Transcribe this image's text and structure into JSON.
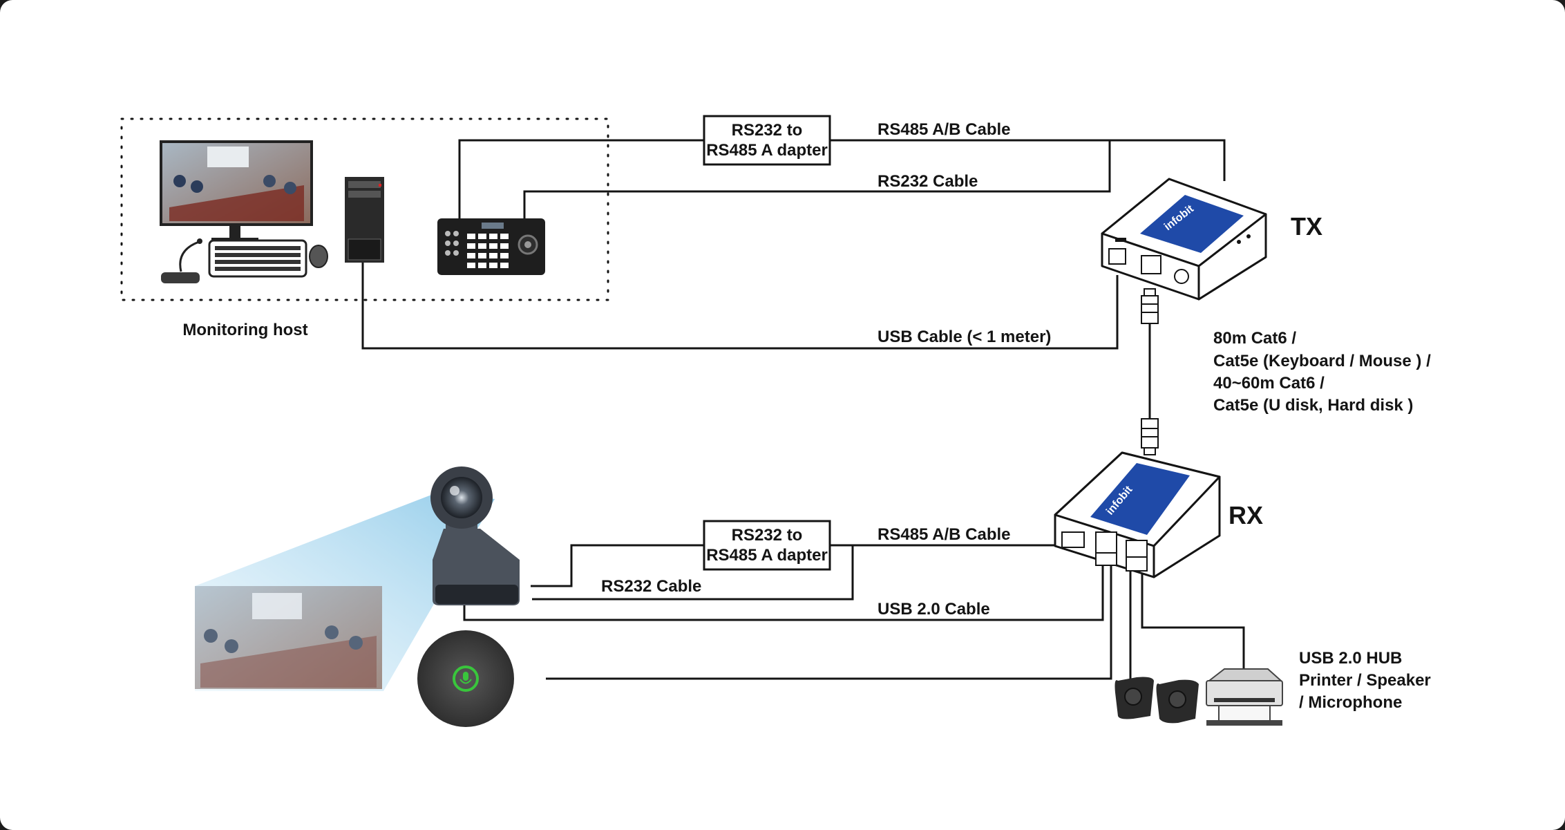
{
  "labels": {
    "monitoring_host": "Monitoring host",
    "adapter_top_l1": "RS232 to",
    "adapter_top_l2": "RS485 A dapter",
    "adapter_bot_l1": "RS232 to",
    "adapter_bot_l2": "RS485 A dapter",
    "rs485_top": "RS485 A/B Cable",
    "rs232_top": "RS232 Cable",
    "usb_top": "USB Cable (< 1 meter)",
    "tx": "TX",
    "rx": "RX",
    "cat_l1": "80m Cat6 /",
    "cat_l2": "Cat5e (Keyboard / Mouse ) /",
    "cat_l3": "40~60m Cat6 /",
    "cat_l4": "Cat5e (U disk, Hard disk )",
    "rs485_bot": "RS485 A/B Cable",
    "rs232_bot": "RS232 Cable",
    "usb20": "USB 2.0 Cable",
    "hub_l1": "USB 2.0 HUB",
    "hub_l2": "Printer / Speaker",
    "hub_l3": "/ Microphone",
    "brand_tx": "infobit",
    "brand_rx": "infobit"
  },
  "colors": {
    "line": "#141414",
    "device_blue": "#1f4aa8",
    "mic_green": "#39c63c",
    "camera_dark": "#3a3f47"
  },
  "icons": [
    "monitor-icon",
    "keyboard-icon",
    "mouse-icon",
    "microphone-icon",
    "pc-tower-icon",
    "ptz-keyboard-icon",
    "ptz-camera-icon",
    "speakerphone-icon",
    "speaker-icon",
    "printer-icon",
    "extender-tx-icon",
    "extender-rx-icon"
  ]
}
